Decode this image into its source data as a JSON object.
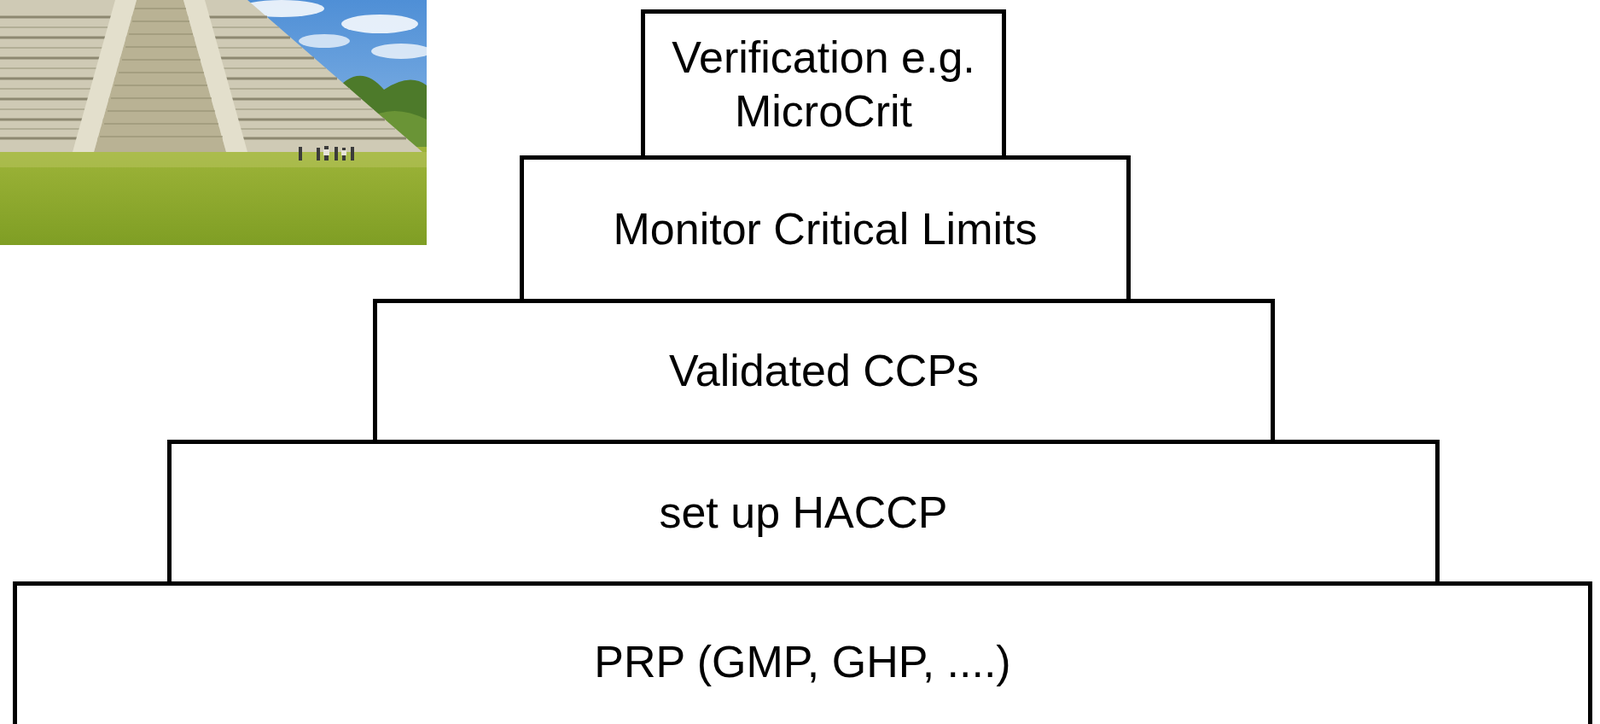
{
  "diagram": {
    "nodes": [
      {
        "text": [
          "Verification e.g. MicroCrit"
        ]
      },
      {
        "text": [
          "Monitor Critical Limits"
        ]
      },
      {
        "text": [
          "Validated CCPs"
        ]
      },
      {
        "text": [
          "set up HACCP"
        ]
      },
      {
        "text": [
          "PRP (GMP, GHP, ....)"
        ]
      }
    ]
  }
}
